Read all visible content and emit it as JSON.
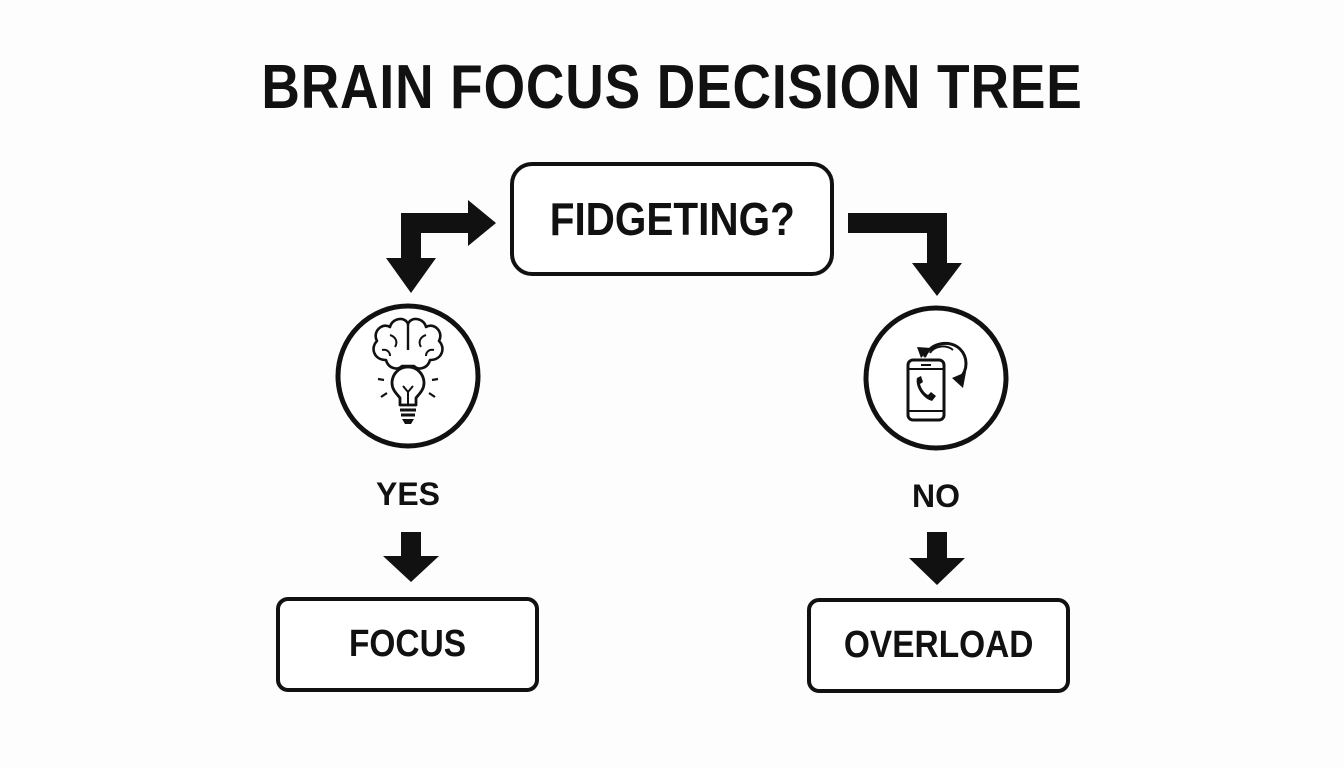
{
  "title": "BRAIN FOCUS DECISION TREE",
  "question": {
    "label": "FIDGETING?"
  },
  "branches": [
    {
      "answer": "YES",
      "icon": "brain-lightbulb-icon",
      "outcome": "FOCUS"
    },
    {
      "answer": "NO",
      "icon": "phone-refresh-icon",
      "outcome": "OVERLOAD"
    }
  ],
  "colors": {
    "ink": "#111111",
    "background": "#fdfdfd"
  }
}
